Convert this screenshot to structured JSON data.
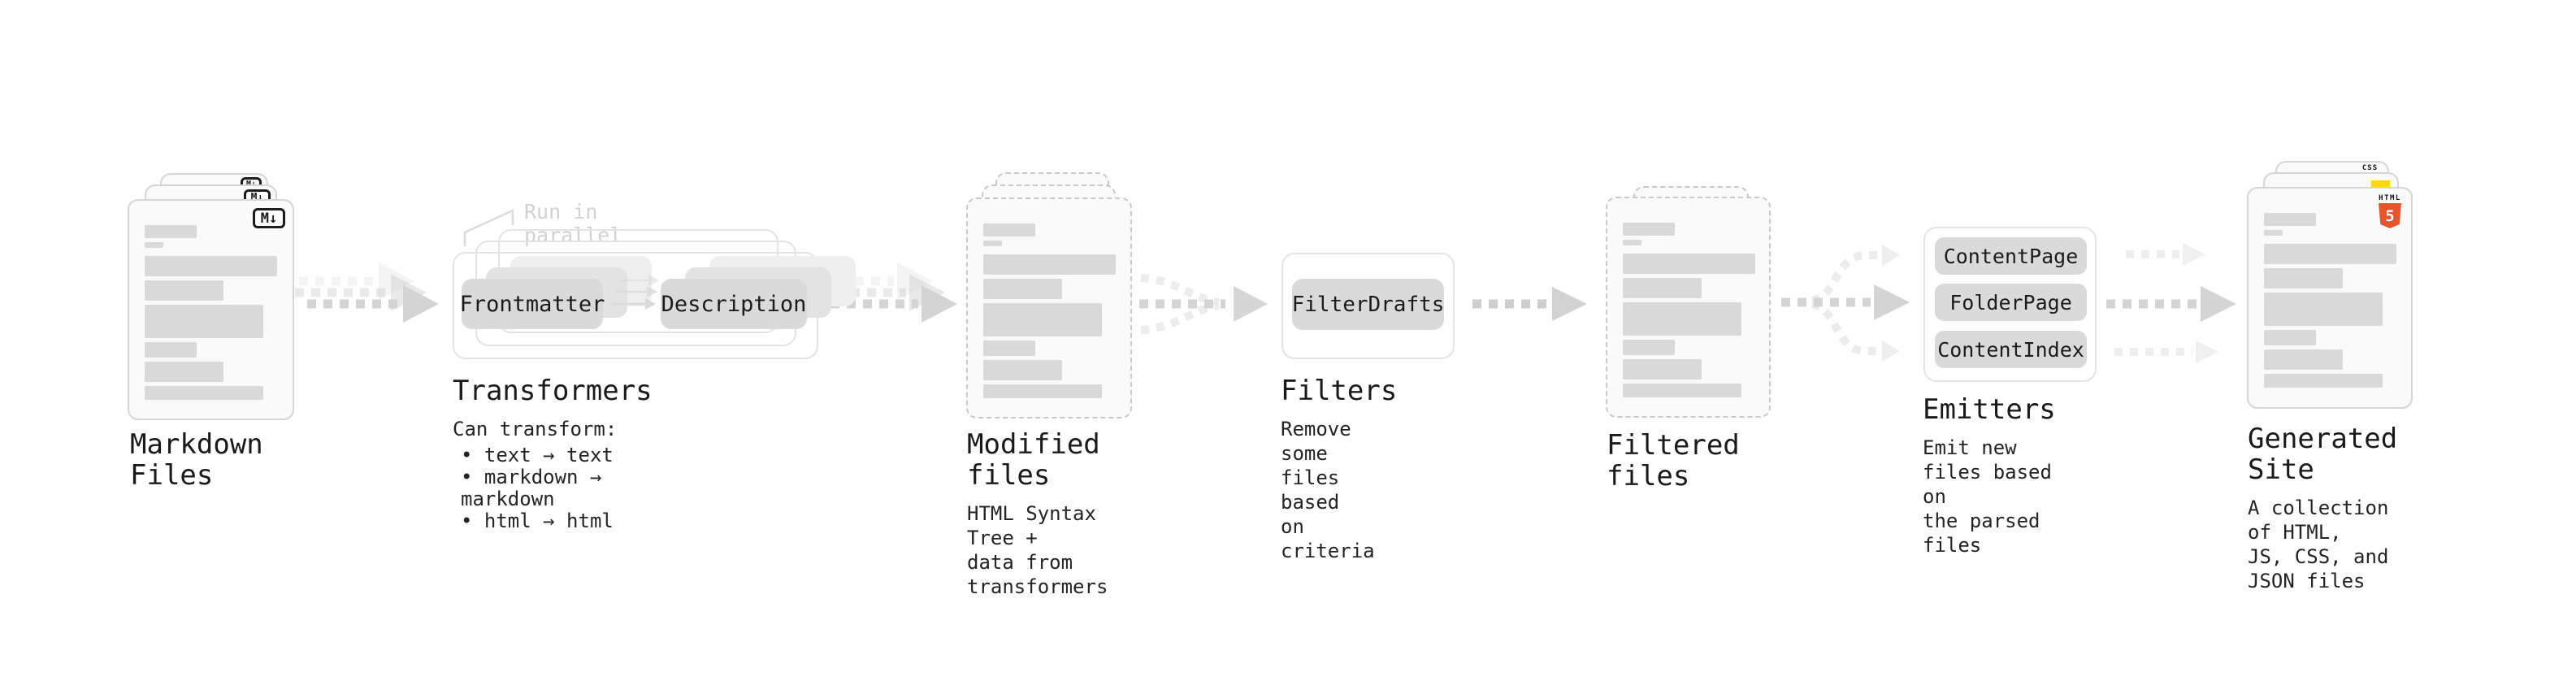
{
  "diagram": {
    "markdown_files": {
      "title": "Markdown Files",
      "badge": "M↓"
    },
    "transformers": {
      "annotation": "Run in parallel",
      "transformer_1": "Frontmatter",
      "transformer_2": "Description",
      "title": "Transformers",
      "desc_heading": "Can transform:",
      "bullets": [
        "• text → text",
        "• markdown → markdown",
        "• html → html"
      ]
    },
    "modified_files": {
      "title": "Modified files",
      "desc": "HTML Syntax Tree +\ndata from transformers"
    },
    "filters": {
      "filter_1": "FilterDrafts",
      "title": "Filters",
      "desc": "Remove some files based\non criteria"
    },
    "filtered_files": {
      "title": "Filtered files"
    },
    "emitters": {
      "emitter_1": "ContentPage",
      "emitter_2": "FolderPage",
      "emitter_3": "ContentIndex",
      "title": "Emitters",
      "desc": "Emit new files based on\nthe parsed files"
    },
    "generated_site": {
      "title": "Generated Site",
      "desc": "A collection of HTML,\nJS, CSS, and JSON files",
      "html_badge_label": "HTML",
      "html_badge_number": "5",
      "css_badge_label": "CSS"
    }
  },
  "colors": {
    "html5_orange": "#e8542c",
    "js_yellow": "#ffd900",
    "css_underline_blue": "#2b62e9",
    "badge_ink": "#1c1c1c",
    "arrow_gray": "#d4d4d4",
    "arrow_light_gray": "#ececec"
  }
}
